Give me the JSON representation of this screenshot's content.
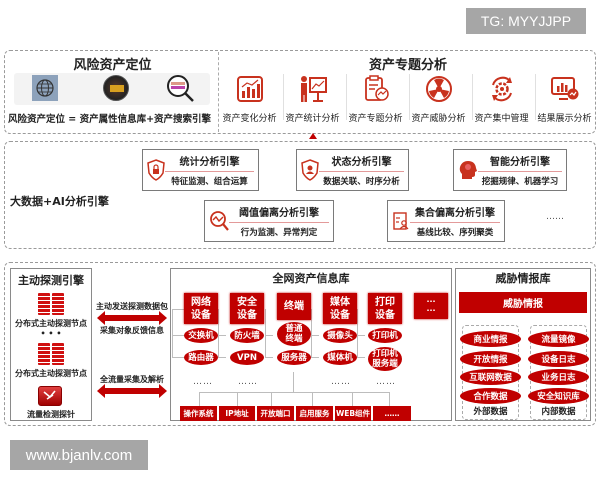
{
  "watermarks": {
    "top_right": "TG: MYYJJPP",
    "bottom_left": "www.bjanlv.com"
  },
  "risk_location": {
    "title": "风险资产定位",
    "icons": [
      "globe-icon",
      "asset-tag-cloud-icon",
      "magnifier-search-icon"
    ],
    "formula": "风险资产定位 = 资产属性信息库+资产搜索引擎"
  },
  "topic_analysis": {
    "title": "资产专题分析",
    "items": [
      {
        "label": "资产变化分析",
        "icon": "bar-line-chart-icon"
      },
      {
        "label": "资产统计分析",
        "icon": "presenter-chart-icon"
      },
      {
        "label": "资产专题分析",
        "icon": "clipboard-chart-icon"
      },
      {
        "label": "资产威胁分析",
        "icon": "radiation-icon"
      },
      {
        "label": "资产集中管理",
        "icon": "gear-cycle-icon"
      },
      {
        "label": "结果展示分析",
        "icon": "monitor-chart-icon"
      }
    ]
  },
  "ai_engine": {
    "title": "大数据+AI分析引擎",
    "engines": [
      {
        "title": "统计分析引擎",
        "desc": "特征监测、组合运算",
        "icon": "shield-lock-icon"
      },
      {
        "title": "状态分析引擎",
        "desc": "数据关联、时序分析",
        "icon": "shield-user-icon"
      },
      {
        "title": "智能分析引擎",
        "desc": "挖掘规律、机器学习",
        "icon": "brain-head-icon"
      },
      {
        "title": "阈值偏离分析引擎",
        "desc": "行为监测、异常判定",
        "icon": "magnifier-wave-icon"
      },
      {
        "title": "集合偏离分析引擎",
        "desc": "基线比较、序列聚类",
        "icon": "document-user-icon"
      }
    ],
    "more": "……"
  },
  "probe_engine": {
    "title": "主动探测引擎",
    "node1": "分布式主动探测节点",
    "ellipsis": "• • •",
    "node2": "分布式主动探测节点",
    "probe": "流量检测探针"
  },
  "arrows": {
    "a1_top": "主动发送探测数据包",
    "a1_bottom": "采集对象反馈信息",
    "a2_top": "全流量采集及解析"
  },
  "asset_db": {
    "title": "全网资产信息库",
    "categories": [
      {
        "name": "网络\n设备",
        "items": [
          "交换机",
          "路由器"
        ]
      },
      {
        "name": "安全\n设备",
        "items": [
          "防火墙",
          "VPN"
        ]
      },
      {
        "name": "终端",
        "items": [
          "普通\n终端",
          "服务器"
        ]
      },
      {
        "name": "媒体\n设备",
        "items": [
          "摄像头",
          "媒体机"
        ]
      },
      {
        "name": "打印\n设备",
        "items": [
          "打印机",
          "打印机\n服务端"
        ]
      },
      {
        "name": "···\n···",
        "items": []
      }
    ],
    "col_more": "……",
    "attributes": [
      "操作系统",
      "IP地址",
      "开放端口",
      "启用服务",
      "WEB组件",
      "……"
    ]
  },
  "threat_db": {
    "title": "威胁情报库",
    "banner": "威胁情报",
    "external": {
      "label": "外部数据",
      "items": [
        "商业情报",
        "开放情报",
        "互联网数据",
        "合作数据"
      ]
    },
    "internal": {
      "label": "内部数据",
      "items": [
        "流量镜像",
        "设备日志",
        "业务日志",
        "安全知识库"
      ]
    }
  }
}
